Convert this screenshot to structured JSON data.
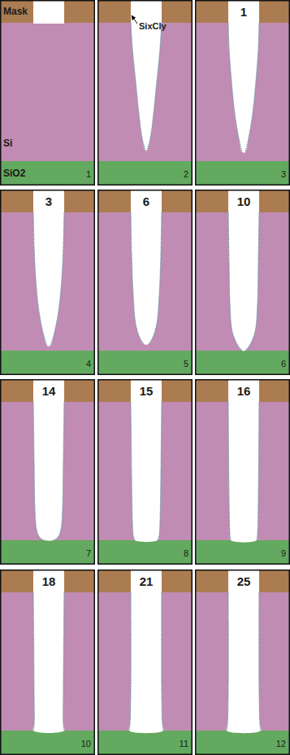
{
  "diagram": {
    "labels": [
      "Mask",
      "Si",
      "SiO2",
      "1",
      "SixCly",
      "2",
      "1",
      "3",
      "3",
      "4",
      "6",
      "5",
      "10",
      "6",
      "14",
      "7",
      "15",
      "8",
      "16",
      "9",
      "18",
      "10",
      "21",
      "11",
      "25",
      "12"
    ]
  }
}
